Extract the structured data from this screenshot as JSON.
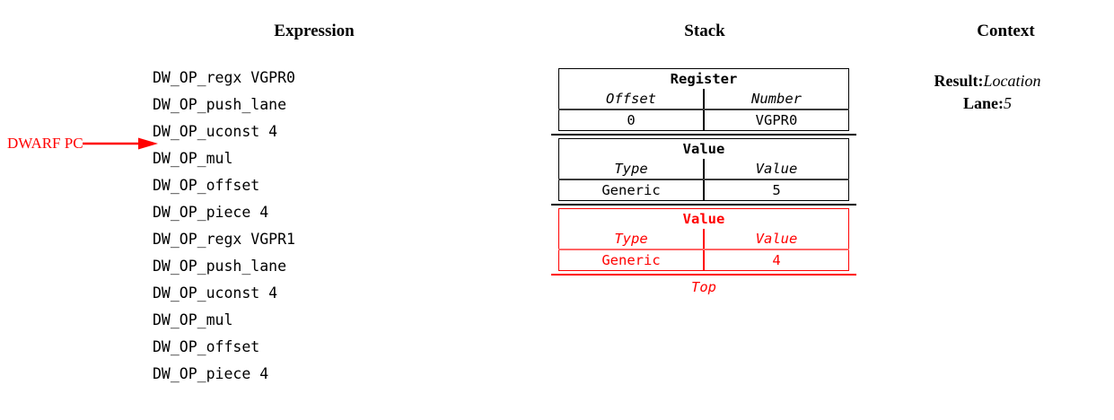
{
  "columns": {
    "expression_heading": "Expression",
    "stack_heading": "Stack",
    "context_heading": "Context"
  },
  "expression": {
    "pc_label": "DWARF PC",
    "pc_arrow_icon": "right-arrow-icon",
    "operations": [
      "DW_OP_regx VGPR0",
      "DW_OP_push_lane",
      "DW_OP_uconst 4",
      "DW_OP_mul",
      "DW_OP_offset",
      "DW_OP_piece 4",
      "DW_OP_regx VGPR1",
      "DW_OP_push_lane",
      "DW_OP_uconst 4",
      "DW_OP_mul",
      "DW_OP_offset",
      "DW_OP_piece 4"
    ]
  },
  "stack": {
    "top_label": "Top",
    "frames": [
      {
        "title": "Register",
        "columns": [
          "Offset",
          "Number"
        ],
        "values": [
          "0",
          "VGPR0"
        ],
        "highlighted": false
      },
      {
        "title": "Value",
        "columns": [
          "Type",
          "Value"
        ],
        "values": [
          "Generic",
          "5"
        ],
        "highlighted": false
      },
      {
        "title": "Value",
        "columns": [
          "Type",
          "Value"
        ],
        "values": [
          "Generic",
          "4"
        ],
        "highlighted": true
      }
    ]
  },
  "context": {
    "entries": [
      {
        "key": "Result:",
        "value": "Location"
      },
      {
        "key": "Lane:",
        "value": "5"
      }
    ]
  },
  "colors": {
    "highlight": "#ff0000",
    "foreground": "#000000",
    "background": "#ffffff"
  }
}
